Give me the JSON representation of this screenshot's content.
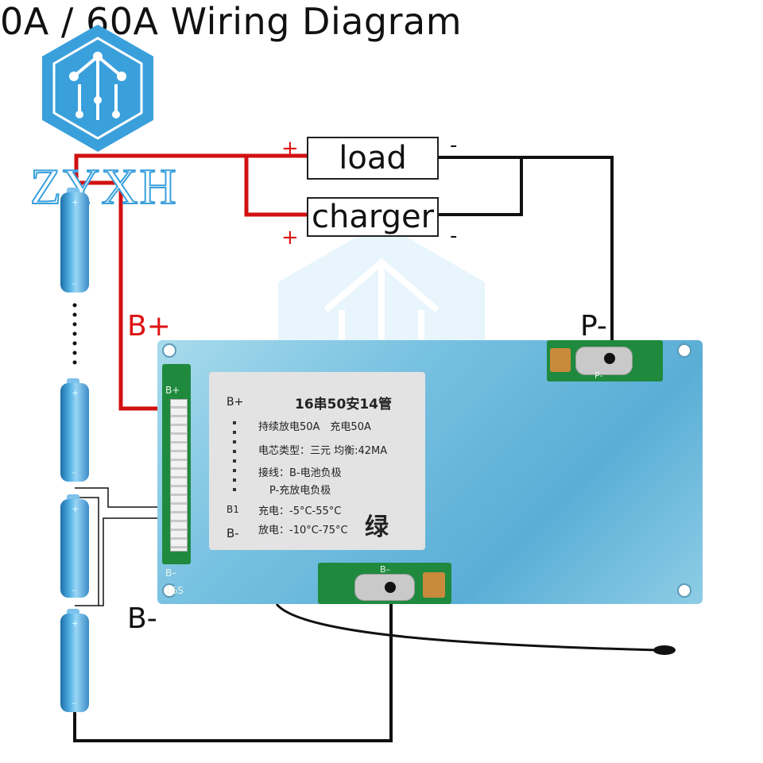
{
  "title": "0A / 60A Wiring Diagram",
  "logo": {
    "text": "ZYXH",
    "color": "#3aa0dc"
  },
  "load": {
    "label": "load",
    "plus": "+",
    "minus": "-"
  },
  "charger": {
    "label": "charger",
    "plus": "+",
    "minus": "-"
  },
  "terminals": {
    "b_plus": "B+",
    "b_minus": "B-",
    "p_minus": "P-"
  },
  "board": {
    "connector_top": "B+",
    "connector_bottom_1": "B–",
    "connector_bottom_2": "16S",
    "b_minus_pad": "B–",
    "p_minus_pad": "P-"
  },
  "label": {
    "heading": "16串50安14管",
    "side_top": "B+",
    "side_b1": "B1",
    "side_bminus": "B-",
    "line1": "持续放电50A　充电50A",
    "line2": "电芯类型：三元 均衡:42MA",
    "line3": "接线：B-电池负极",
    "line4": "P-充放电负极",
    "line5": "充电：-5°C-55°C",
    "line6": "放电：-10°C-75°C",
    "badge": "绿"
  },
  "cells": {
    "plus": "+",
    "minus": "–"
  },
  "colors": {
    "positive_wire": "#d11111",
    "negative_wire": "#111111",
    "board": "#6dbbe0",
    "pcb": "#1f8a3e"
  }
}
